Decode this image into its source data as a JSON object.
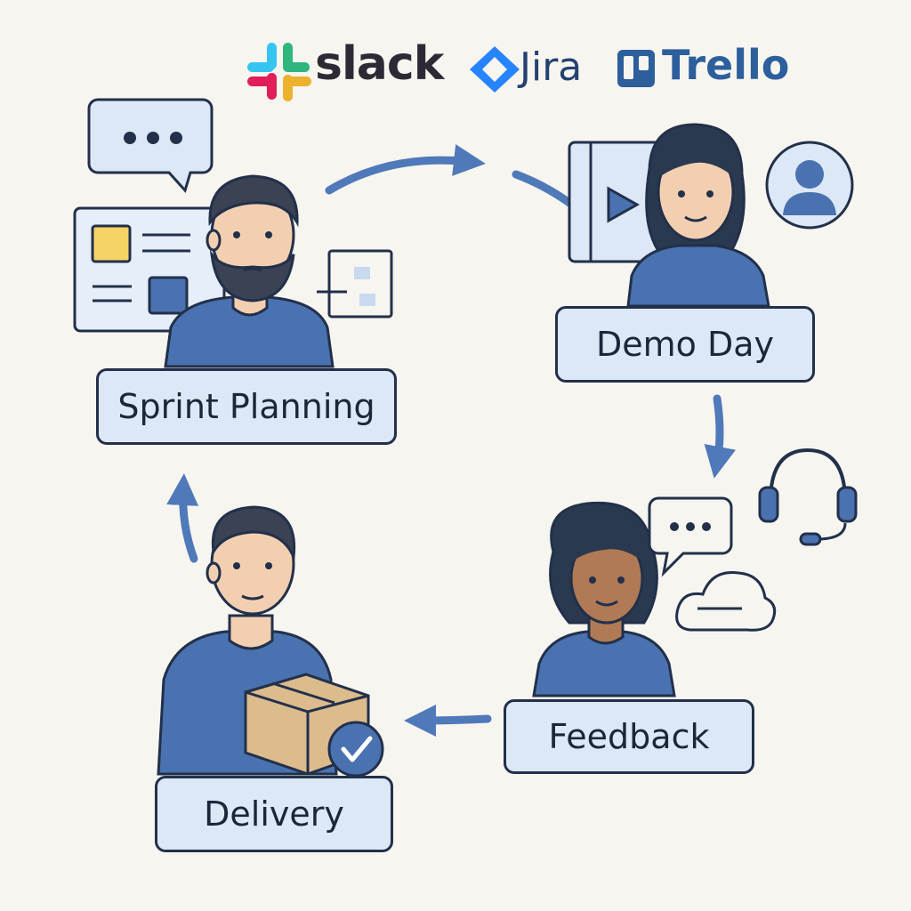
{
  "brands": {
    "slack": "slack",
    "jira": "Jira",
    "trello": "Trello"
  },
  "stages": {
    "sprint_planning": "Sprint Planning",
    "demo_day": "Demo Day",
    "feedback": "Feedback",
    "delivery": "Delivery"
  },
  "colors": {
    "background": "#f7f5f0",
    "primary_blue": "#4f79b9",
    "label_fill": "#dde8f6",
    "outline": "#22304a",
    "shirt_blue": "#4a72b0",
    "skin_light": "#f3cfb1",
    "skin_dark": "#b07a55",
    "hair_dark": "#2b3950",
    "box_tan": "#dcbb8c",
    "accent_yellow": "#f6d365"
  },
  "icons": [
    "slack-logo-icon",
    "jira-logo-icon",
    "trello-logo-icon",
    "chat-bubble-icon",
    "kanban-board-icon",
    "flow-diagram-icon",
    "video-play-icon",
    "user-avatar-icon",
    "headset-icon",
    "cloud-note-icon",
    "package-box-icon",
    "checkmark-badge-icon"
  ]
}
